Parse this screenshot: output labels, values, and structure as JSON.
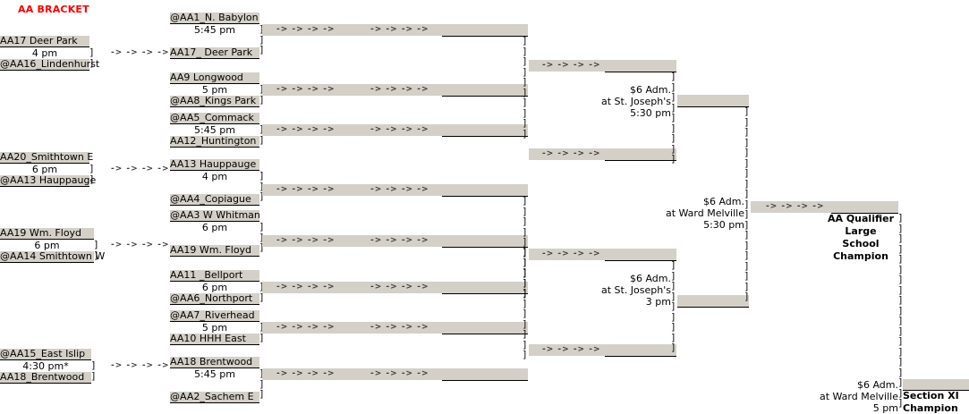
{
  "title": "AA BRACKET",
  "arrow_run": "-> -> -> ->",
  "bracket_name": "AA Bracket",
  "colors": {
    "title_red": "#ff0000",
    "band_gray": "#d4d0c8",
    "page_bg": "#ffffff",
    "text": "#000000"
  },
  "round1": [
    {
      "id": "r1-g1",
      "top_team": "AA17 Deer Park",
      "time": "4 pm",
      "bottom_team": "@AA16_Lindenhurst"
    },
    {
      "id": "r1-g2",
      "top_team": "AA20_Smithtown E",
      "time": "6 pm",
      "bottom_team": "@AA13 Hauppauge"
    },
    {
      "id": "r1-g3",
      "top_team": "AA19 Wm. Floyd",
      "time": "6 pm",
      "bottom_team": "@AA14 Smithtown W"
    },
    {
      "id": "r1-g4",
      "top_team": "@AA15_East Islip",
      "time": "4:30 pm*",
      "bottom_team": "AA18_Brentwood"
    }
  ],
  "round2": [
    {
      "id": "r2-g1",
      "top_team": "@AA1_N. Babylon",
      "time": "5:45 pm",
      "bottom_team": "AA17_ Deer Park"
    },
    {
      "id": "r2-g2",
      "top_team": "AA9 Longwood",
      "time": "5 pm",
      "bottom_team": "@AA8_Kings Park"
    },
    {
      "id": "r2-g3",
      "top_team": "@AA5_Commack",
      "time": "5:45 pm",
      "bottom_team": "AA12_Huntington"
    },
    {
      "id": "r2-g4",
      "top_team": "AA13 Hauppauge",
      "time": "4 pm",
      "bottom_team": "@AA4_Copiague"
    },
    {
      "id": "r2-g5",
      "top_team": "@AA3 W Whitman",
      "time": "6 pm",
      "bottom_team": "AA19 Wm. Floyd"
    },
    {
      "id": "r2-g6",
      "top_team": "AA11 _Bellport",
      "time": "6 pm",
      "bottom_team": "@AA6_Northport"
    },
    {
      "id": "r2-g7",
      "top_team": "@AA7_Riverhead",
      "time": "5 pm",
      "bottom_team": "AA10 HHH East"
    },
    {
      "id": "r2-g8",
      "top_team": "AA18 Brentwood",
      "time": "5:45 pm",
      "bottom_team": "@AA2_Sachem E"
    }
  ],
  "semifinals": [
    {
      "id": "sf-upper",
      "line1": "$6 Adm.",
      "line2": "at St. Joseph's",
      "line3": "5:30 pm"
    },
    {
      "id": "sf-lower",
      "line1": "$6 Adm.",
      "line2": "at St. Joseph's",
      "line3": "3 pm"
    }
  ],
  "final": {
    "id": "final-aa",
    "line1": "$6 Adm.",
    "line2": "at Ward Melville",
    "line3": "5:30 pm",
    "winner_line1": "AA Qualifier",
    "winner_line2": "Large",
    "winner_line3": "School",
    "winner_line4": "Champion"
  },
  "section_final": {
    "id": "section-xi",
    "line1": "$6 Adm.",
    "line2": "at Ward Melville",
    "line3": "5 pm",
    "winner_line1": "Section XI",
    "winner_line2": "Champion"
  }
}
